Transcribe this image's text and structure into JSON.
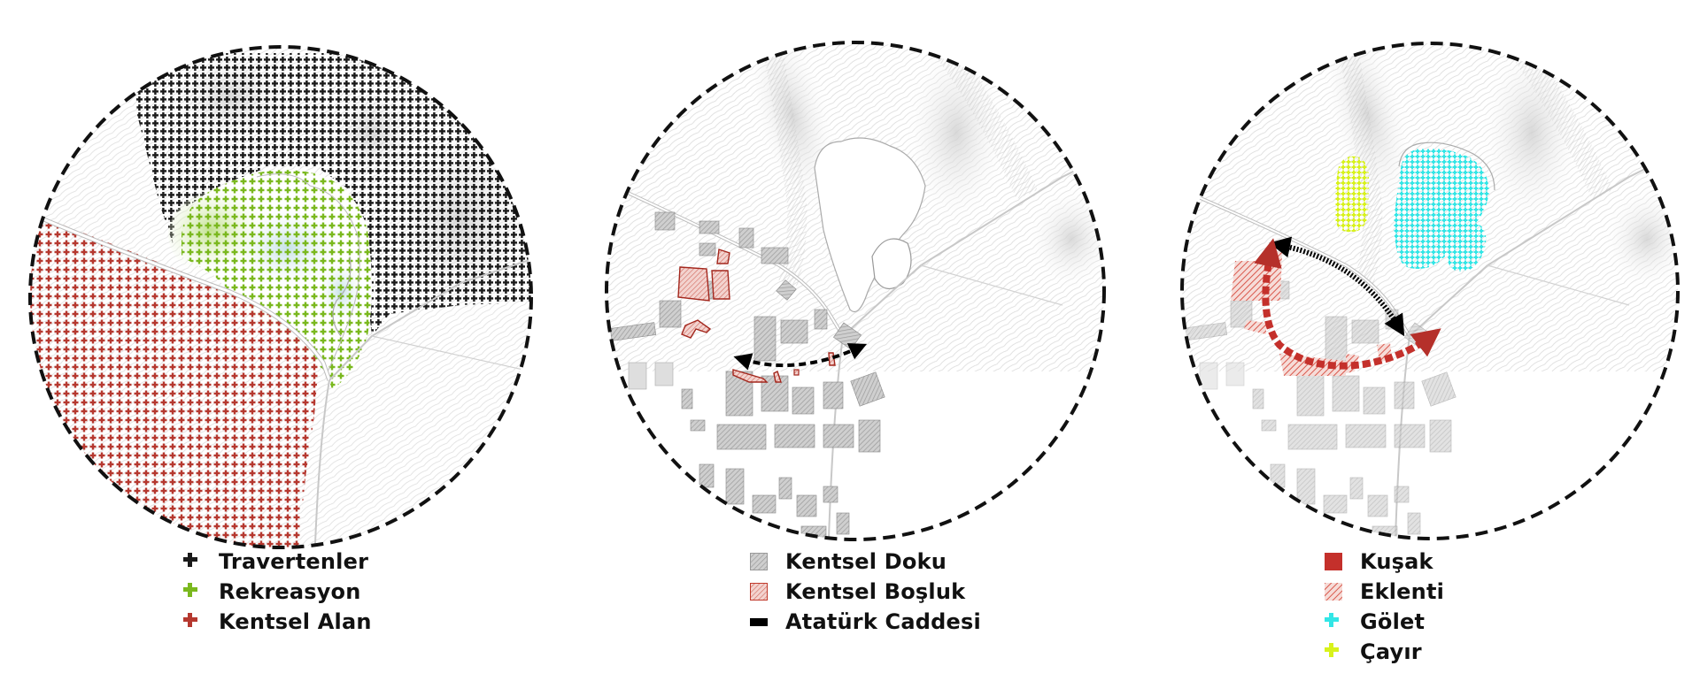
{
  "colors": {
    "travertine": "#1a1a1a",
    "recreation": "#7ab81e",
    "urban_area": "#b5382f",
    "urban_fabric": "#9a9a9a",
    "urban_void": "#c0392b",
    "avenue": "#000000",
    "belt": "#c4302b",
    "annex": "#d9584c",
    "pond": "#33e6e6",
    "meadow": "#d8f21c",
    "circle_border": "#111111"
  },
  "panels": [
    {
      "id": "panel-1",
      "legend": [
        {
          "icon": "plus-icon",
          "color": "#1a1a1a",
          "label": "Travertenler"
        },
        {
          "icon": "plus-icon",
          "color": "#7ab81e",
          "label": "Rekreasyon"
        },
        {
          "icon": "plus-icon",
          "color": "#b5382f",
          "label": "Kentsel Alan"
        }
      ]
    },
    {
      "id": "panel-2",
      "legend": [
        {
          "icon": "hatch-gray-icon",
          "color": "#8a8a8a",
          "label": "Kentsel Doku"
        },
        {
          "icon": "hatch-red-icon",
          "color": "#c0392b",
          "label": "Kentsel Boşluk"
        },
        {
          "icon": "bar-icon",
          "color": "#000000",
          "label": "Atatürk Caddesi"
        }
      ]
    },
    {
      "id": "panel-3",
      "legend": [
        {
          "icon": "solid-square-icon",
          "color": "#c4302b",
          "label": "Kuşak"
        },
        {
          "icon": "hatch-red-icon",
          "color": "#d9584c",
          "label": "Eklenti"
        },
        {
          "icon": "plus-icon",
          "color": "#33e6e6",
          "label": "Gölet"
        },
        {
          "icon": "plus-icon",
          "color": "#d8f21c",
          "label": "Çayır"
        }
      ]
    }
  ]
}
